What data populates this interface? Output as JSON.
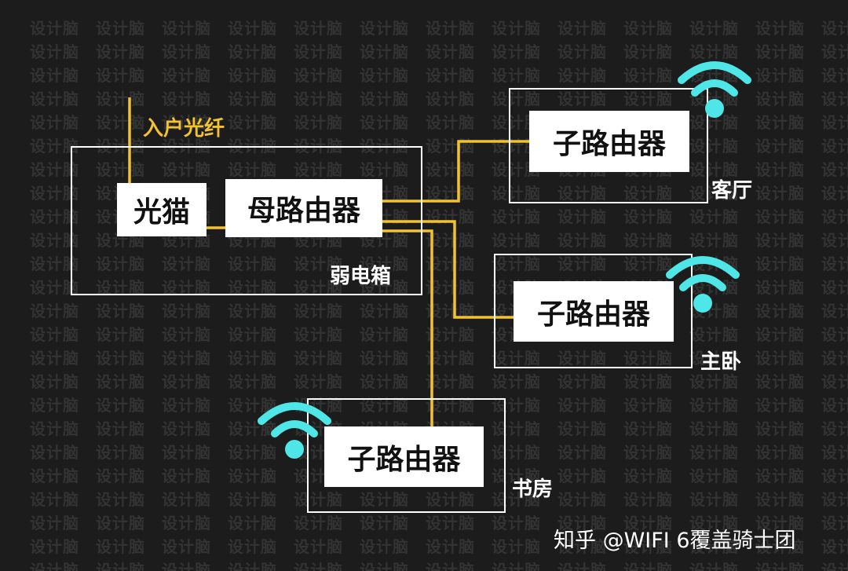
{
  "watermark": {
    "text": "设计脑"
  },
  "fiber": {
    "label": "入户光纤"
  },
  "cabinet": {
    "label": "弱电箱",
    "modem": "光猫",
    "main_router": "母路由器"
  },
  "rooms": {
    "living": {
      "label": "客厅",
      "router": "子路由器"
    },
    "bedroom": {
      "label": "主卧",
      "router": "子路由器"
    },
    "study": {
      "label": "书房",
      "router": "子路由器"
    }
  },
  "credit": {
    "text": "知乎 @WIFI 6覆盖骑士团"
  },
  "colors": {
    "background": "#1c1c1c",
    "wire": "#f1c232",
    "wifi": "#4ee6e6",
    "frame": "#ffffff",
    "watermark": "#333333"
  }
}
